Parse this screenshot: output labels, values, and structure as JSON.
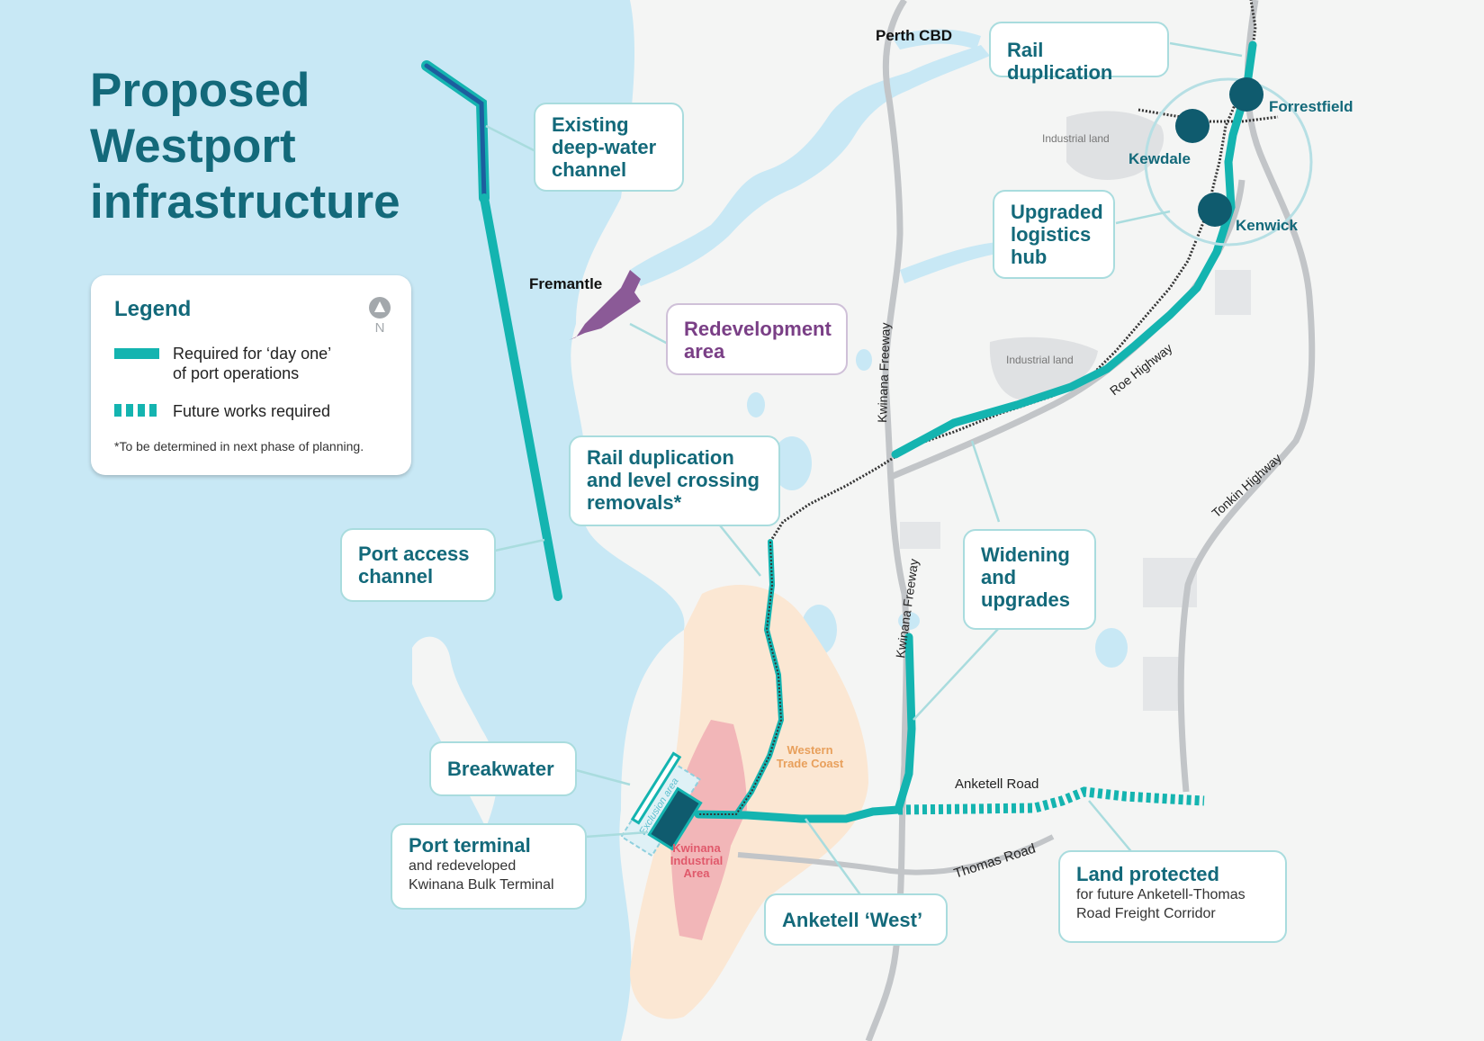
{
  "title": {
    "line1": "Proposed",
    "line2": "Westport",
    "line3": "infrastructure"
  },
  "legend": {
    "heading": "Legend",
    "north": "N",
    "required_label": "Required for ‘day one’",
    "required_label_2": "of port operations",
    "future_label": "Future works required",
    "note": "*To be determined in next phase of planning."
  },
  "callouts": {
    "rail_duplication": "Rail duplication",
    "existing_channel_1": "Existing",
    "existing_channel_2": "deep-water",
    "existing_channel_3": "channel",
    "upgraded_hub_1": "Upgraded",
    "upgraded_hub_2": "logistics",
    "upgraded_hub_3": "hub",
    "redevelopment_1": "Redevelopment",
    "redevelopment_2": "area",
    "rail_crossing_1": "Rail duplication",
    "rail_crossing_2": "and level crossing",
    "rail_crossing_3": "removals*",
    "port_access_1": "Port access",
    "port_access_2": "channel",
    "widening_1": "Widening",
    "widening_2": "and",
    "widening_3": "upgrades",
    "breakwater": "Breakwater",
    "port_terminal_title": "Port terminal",
    "port_terminal_sub1": "and redeveloped",
    "port_terminal_sub2": "Kwinana Bulk Terminal",
    "anketell_west": "Anketell ‘West’",
    "land_protected_title": "Land protected",
    "land_protected_sub1": "for future Anketell-Thomas",
    "land_protected_sub2": "Road Freight Corridor"
  },
  "places": {
    "perth_cbd": "Perth CBD",
    "fremantle": "Fremantle",
    "forrestfield": "Forrestfield",
    "kewdale": "Kewdale",
    "kenwick": "Kenwick",
    "industrial_land_1": "Industrial land",
    "industrial_land_2": "Industrial land",
    "western_trade_coast_1": "Western",
    "western_trade_coast_2": "Trade Coast",
    "kwinana_industrial_1": "Kwinana",
    "kwinana_industrial_2": "Industrial",
    "kwinana_industrial_3": "Area",
    "exclusion_area": "Exclusion area"
  },
  "roads": {
    "kwinana_freeway_north": "Kwinana Freeway",
    "kwinana_freeway_south": "Kwinana Freeway",
    "roe_highway": "Roe Highway",
    "tonkin_highway": "Tonkin Highway",
    "anketell_road": "Anketell Road",
    "thomas_road": "Thomas Road"
  },
  "colors": {
    "ocean": "#c8e8f5",
    "land": "#f4f5f4",
    "route_required": "#14b4b0",
    "channel_existing": "#1d5e9e",
    "rail": "#333333",
    "road": "#c2c5c8",
    "title_teal": "#13697a",
    "redevelopment_purple": "#8b5a97",
    "trade_coast": "#fbe7d3",
    "kwinana_industrial": "#f2b6b8",
    "industrial_land": "#dfe1e3",
    "callout_border": "#a9dcde",
    "node": "#0f5b6e"
  }
}
